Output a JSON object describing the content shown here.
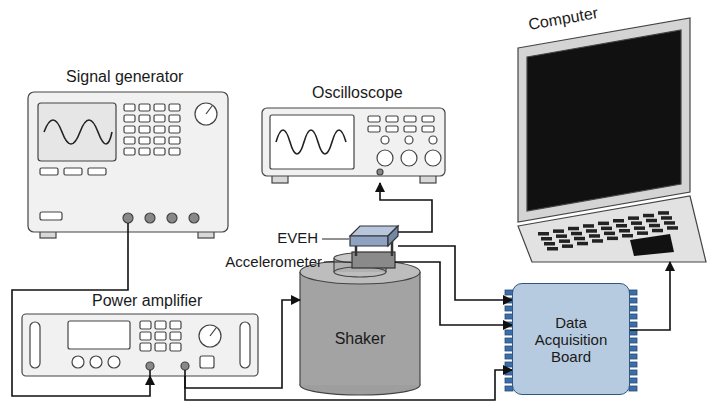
{
  "diagram": {
    "nodes": [
      {
        "text": [
          "Signal generator"
        ]
      },
      {
        "text": [
          "Oscilloscope"
        ]
      },
      {
        "text": [
          "Computer"
        ]
      },
      {
        "text": [
          "Power amplifier"
        ]
      },
      {
        "text": [
          "Shaker"
        ]
      },
      {
        "text": [
          "EVEH"
        ]
      },
      {
        "text": [
          "Accelerometer"
        ]
      },
      {
        "text": [
          "Data Acquisition Board"
        ]
      }
    ],
    "edges": [
      {
        "from": 0,
        "to": 3,
        "arrow": "to"
      },
      {
        "from": 3,
        "to": 4,
        "arrow": "to"
      },
      {
        "from": 3,
        "to": 7,
        "arrow": "to"
      },
      {
        "from": 5,
        "to": 1,
        "arrow": "to"
      },
      {
        "from": 5,
        "to": 7,
        "arrow": "to"
      },
      {
        "from": 6,
        "to": 7,
        "arrow": "to"
      },
      {
        "from": 7,
        "to": 2,
        "arrow": "to"
      }
    ]
  }
}
